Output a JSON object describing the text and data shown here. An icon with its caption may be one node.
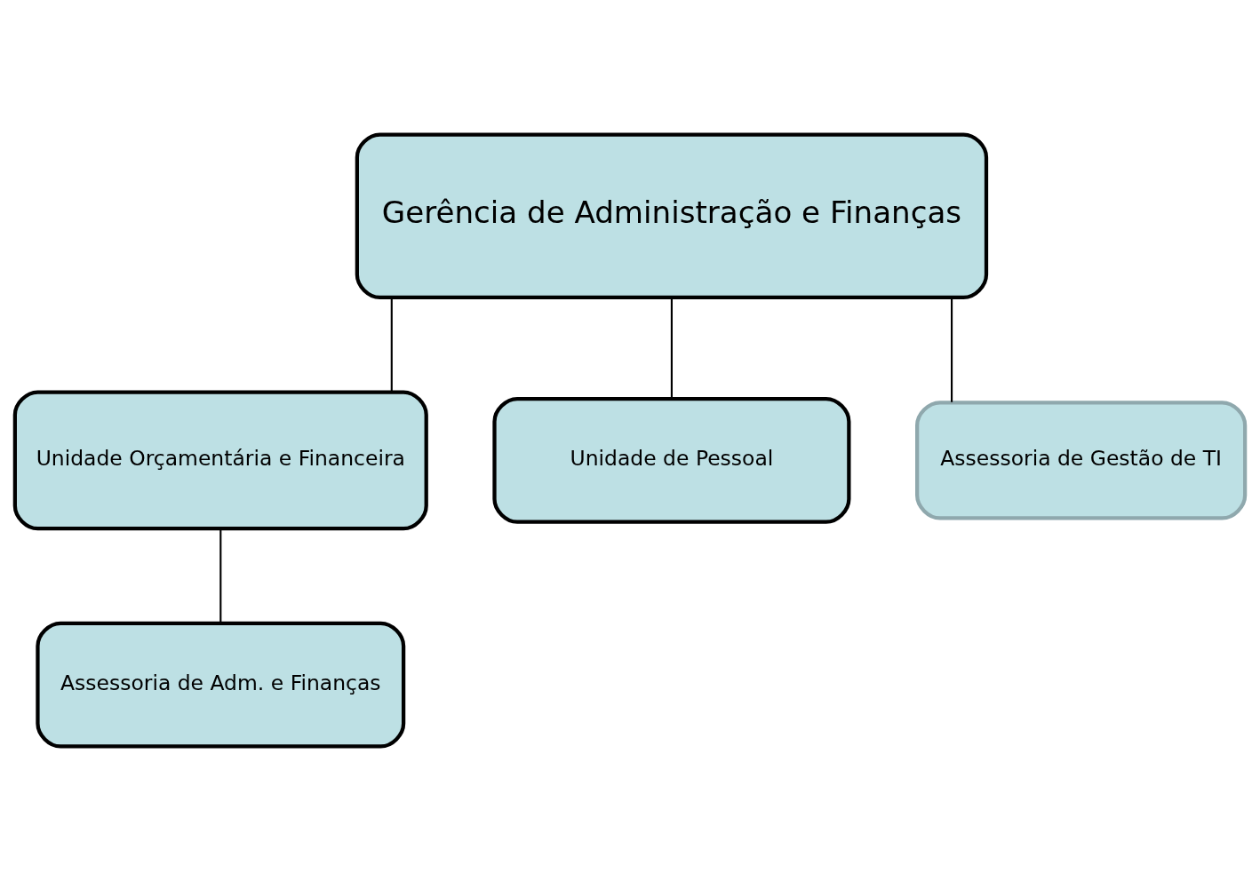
{
  "diagram": {
    "nodes": [
      {
        "text": [
          "Gerência de Administração e Finanças"
        ]
      },
      {
        "text": [
          "Unidade Orçamentária e Financeira"
        ]
      },
      {
        "text": [
          "Unidade de Pessoal"
        ]
      },
      {
        "text": [
          "Assessoria de Gestão de TI"
        ]
      },
      {
        "text": [
          "Assessoria de Adm. e Finanças"
        ]
      }
    ],
    "edges": [
      {
        "from": 0,
        "to": 1,
        "arrow": "none"
      },
      {
        "from": 0,
        "to": 2,
        "arrow": "none"
      },
      {
        "from": 0,
        "to": 3,
        "arrow": "none"
      },
      {
        "from": 1,
        "to": 4,
        "arrow": "none"
      }
    ]
  }
}
